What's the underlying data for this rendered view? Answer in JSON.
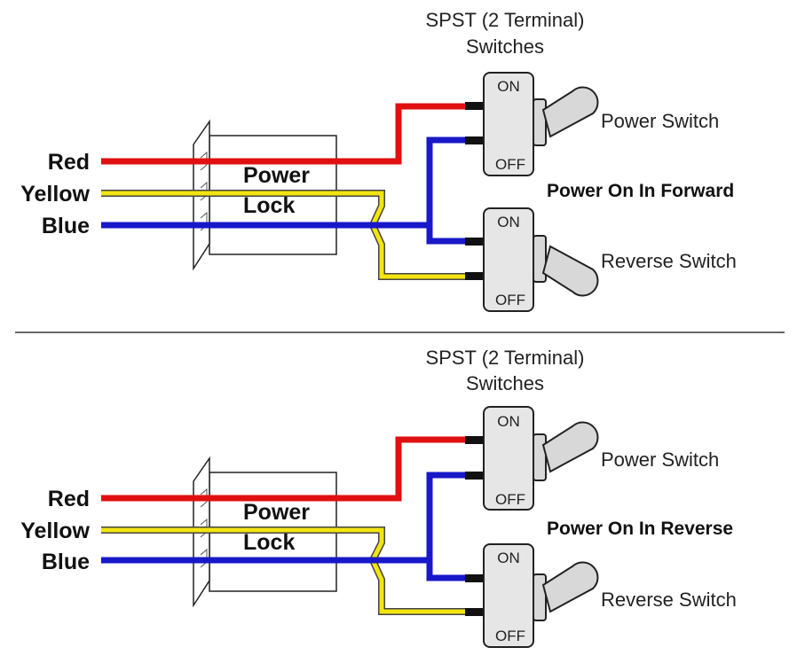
{
  "colors": {
    "red_wire": "#e01010",
    "yellow_wire": "#f2e410",
    "blue_wire": "#1818c8",
    "switch_fill": "#e6e6e6",
    "outline": "#222222"
  },
  "panels": [
    {
      "heading_line1": "SPST (2 Terminal)",
      "heading_line2": "Switches",
      "wire_red": "Red",
      "wire_yellow": "Yellow",
      "wire_blue": "Blue",
      "lock_line1": "Power",
      "lock_line2": "Lock",
      "power_switch_label": "Power Switch",
      "reverse_switch_label": "Reverse Switch",
      "state_label": "Power On In Forward",
      "power_switch": {
        "on": "ON",
        "off": "OFF"
      },
      "reverse_switch": {
        "on": "ON",
        "off": "OFF"
      }
    },
    {
      "heading_line1": "SPST (2 Terminal)",
      "heading_line2": "Switches",
      "wire_red": "Red",
      "wire_yellow": "Yellow",
      "wire_blue": "Blue",
      "lock_line1": "Power",
      "lock_line2": "Lock",
      "power_switch_label": "Power Switch",
      "reverse_switch_label": "Reverse Switch",
      "state_label": "Power On In Reverse",
      "power_switch": {
        "on": "ON",
        "off": "OFF"
      },
      "reverse_switch": {
        "on": "ON",
        "off": "OFF"
      }
    }
  ]
}
